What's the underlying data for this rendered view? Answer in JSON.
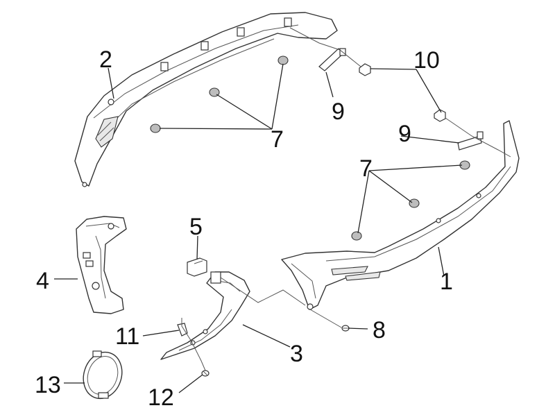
{
  "callouts": [
    {
      "id": "c1",
      "text": "1"
    },
    {
      "id": "c2",
      "text": "2"
    },
    {
      "id": "c3",
      "text": "3"
    },
    {
      "id": "c4",
      "text": "4"
    },
    {
      "id": "c5",
      "text": "5"
    },
    {
      "id": "c7a",
      "text": "7"
    },
    {
      "id": "c7b",
      "text": "7"
    },
    {
      "id": "c8",
      "text": "8"
    },
    {
      "id": "c9a",
      "text": "9"
    },
    {
      "id": "c9b",
      "text": "9"
    },
    {
      "id": "c10",
      "text": "10"
    },
    {
      "id": "c11",
      "text": "11"
    },
    {
      "id": "c12",
      "text": "12"
    },
    {
      "id": "c13",
      "text": "13"
    }
  ]
}
